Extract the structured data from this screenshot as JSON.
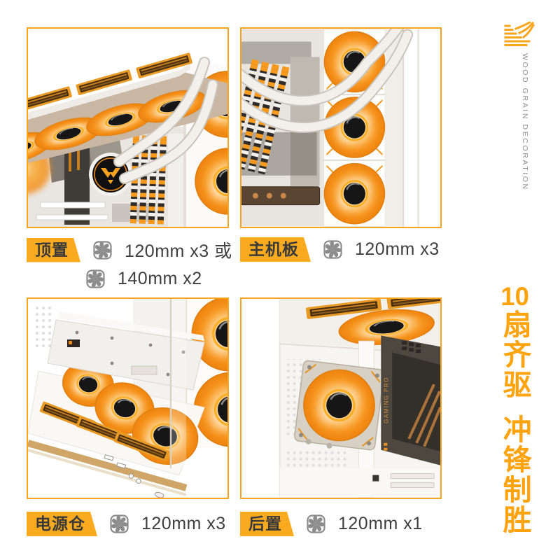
{
  "brand": {
    "logo": "wood-grain-logo",
    "tagline": "WOOD GRAIN DECORATION"
  },
  "slogan": {
    "number": "10",
    "part1": "扇齐驱",
    "part2": "冲锋制胜",
    "full": "10 扇齐驱 冲锋制胜",
    "color": "#FFA30F"
  },
  "sections": [
    {
      "id": "top-mount",
      "badge": "顶置",
      "specs": [
        {
          "icon": "fan-icon",
          "text": "120mm x3 或"
        },
        {
          "icon": "fan-icon",
          "text": "140mm x2"
        }
      ]
    },
    {
      "id": "motherboard",
      "badge": "主机板",
      "specs": [
        {
          "icon": "fan-icon",
          "text": "120mm x3"
        }
      ]
    },
    {
      "id": "psu-bay",
      "badge": "电源仓",
      "specs": [
        {
          "icon": "fan-icon",
          "text": "120mm x3"
        }
      ]
    },
    {
      "id": "rear",
      "badge": "后置",
      "specs": [
        {
          "icon": "fan-icon",
          "text": "120mm x1"
        }
      ]
    }
  ],
  "photos": {
    "top_mount_alt": "top radiator with three orange fans inside white PC case",
    "motherboard_alt": "three orange side fans beside motherboard",
    "psu_alt": "three orange fans on power supply shroud",
    "rear_alt": "single orange rear exhaust fan",
    "gpu_label": "GAMING PRO"
  },
  "colors": {
    "accent_orange": "#F8A41F",
    "badge_orange": "#FAAA1E",
    "fan_orange": "#F79317",
    "wood_tan": "#CFA568",
    "text_dark": "#3F3F3F",
    "icon_gray": "#8C8C8C"
  }
}
